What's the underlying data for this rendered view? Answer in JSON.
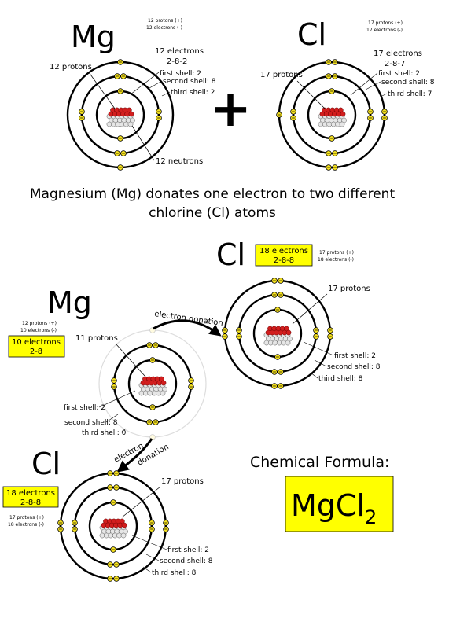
{
  "colors": {
    "electron": "#f5e11e",
    "proton": "#d21e1e",
    "neutron": "#e6e6e6",
    "highlight": "#ffff00",
    "shell": "#000000"
  },
  "top": {
    "mg": {
      "symbol": "Mg",
      "charge_line1": "12 protons (+)",
      "charge_line2": "12 electrons (-)",
      "protons_label": "12 protons",
      "electrons_label": "12 electrons",
      "config_label": "2-8-2",
      "shell1": "first shell: 2",
      "shell2": "second shell: 8",
      "shell3": "third shell: 2",
      "neutrons_label": "12 neutrons"
    },
    "plus": "+",
    "cl": {
      "symbol": "Cl",
      "charge_line1": "17 protons (+)",
      "charge_line2": "17 electrons (-)",
      "protons_label": "17 protons",
      "electrons_label": "17 electrons",
      "config_label": "2-8-7",
      "shell1": "first shell: 2",
      "shell2": "second shell: 8",
      "shell3": "third shell: 7"
    }
  },
  "caption": {
    "line1": "Magnesium (Mg) donates one electron to two different",
    "line2": "chlorine (Cl) atoms"
  },
  "bottom": {
    "mg": {
      "symbol": "Mg",
      "charge_line1": "12 protons (+)",
      "charge_line2": "10 electrons (-)",
      "box_line1": "10 electrons",
      "box_line2": "2-8",
      "protons_label": "11 protons",
      "shell1": "first shell: 2",
      "shell2": "second shell: 8",
      "shell3": "third shell: 0"
    },
    "cl_right": {
      "symbol": "Cl",
      "box_line1": "18 electrons",
      "box_line2": "2-8-8",
      "charge_line1": "17 protons (+)",
      "charge_line2": "18 electrons (-)",
      "protons_label": "17 protons",
      "shell1": "first shell: 2",
      "shell2": "second shell: 8",
      "shell3": "third shell: 8"
    },
    "cl_left": {
      "symbol": "Cl",
      "box_line1": "18 electrons",
      "box_line2": "2-8-8",
      "charge_line1": "17 protons (+)",
      "charge_line2": "18 electrons (-)",
      "protons_label": "17 protons",
      "shell1": "first shell: 2",
      "shell2": "second shell: 8",
      "shell3": "third shell: 8"
    },
    "donation_top_line1": "electron donation",
    "donation_left_line1": "electron",
    "donation_left_line2": "donation",
    "formula_heading": "Chemical Formula:",
    "formula_main": "MgCl",
    "formula_sub": "2"
  }
}
